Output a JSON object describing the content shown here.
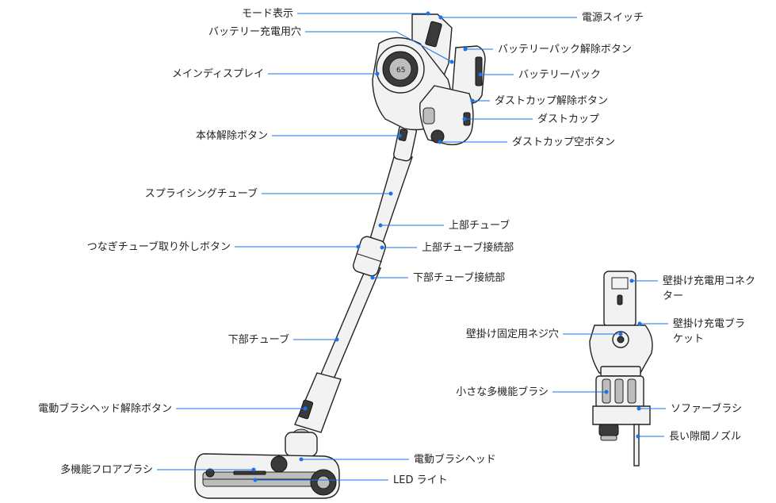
{
  "labels": {
    "mode_display": "モード表示",
    "power_switch": "電源スイッチ",
    "battery_charge_port": "バッテリー充電用穴",
    "battery_release_button": "バッテリーパック解除ボタン",
    "main_display": "メインディスプレイ",
    "battery_pack": "バッテリーパック",
    "dust_cup_release_button": "ダストカップ解除ボタン",
    "dust_cup": "ダストカップ",
    "body_release_button": "本体解除ボタン",
    "dust_cup_empty_button": "ダストカップ空ボタン",
    "splicing_tube": "スプライシングチューブ",
    "upper_tube": "上部チューブ",
    "joint_tube_release_button": "つなぎチューブ取り外しボタン",
    "upper_tube_connector": "上部チューブ接続部",
    "lower_tube_connector": "下部チューブ接続部",
    "lower_tube": "下部チューブ",
    "power_brush_release_button": "電動ブラシヘッド解除ボタン",
    "power_brush_head": "電動ブラシヘッド",
    "multi_floor_brush": "多機能フロアブラシ",
    "led_light": "LED ライト",
    "wall_connector_line1": "壁掛け充電用コネク",
    "wall_connector_line2": "ター",
    "wall_bracket_line1": "壁掛け充電ブラ",
    "wall_bracket_line2": "ケット",
    "wall_screw_hole": "壁掛け固定用ネジ穴",
    "small_multi_brush": "小さな多機能ブラシ",
    "sofa_brush": "ソファーブラシ",
    "crevice_nozzle": "長い隙間ノズル"
  },
  "colors": {
    "leader": "#1a73e8",
    "text": "#222222",
    "outline": "#222222"
  }
}
